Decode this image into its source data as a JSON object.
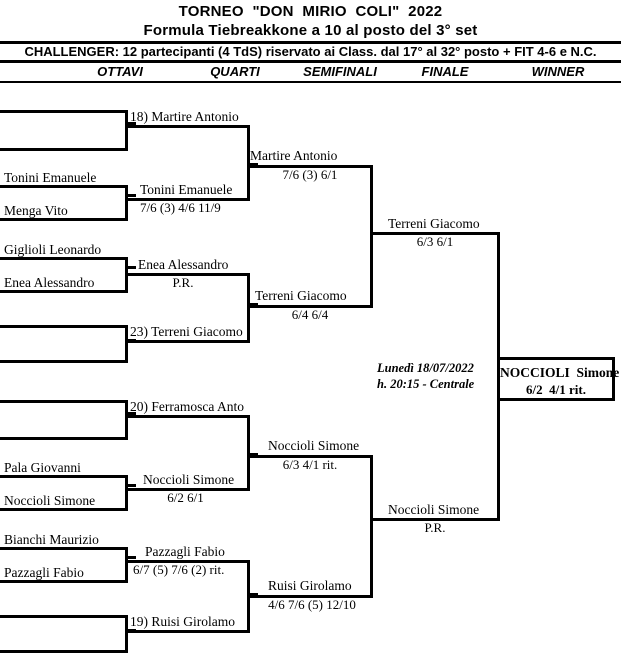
{
  "header": {
    "title_line1": "TORNEO  \"DON  MIRIO  COLI\"  2022",
    "title_line2": "Formula Tiebreakkone a 10 al posto del 3° set",
    "challenger": "CHALLENGER: 12 partecipanti (4 TdS) riservato ai Class. dal 17° al 32° posto + FIT 4-6 e N.C."
  },
  "round_labels": [
    {
      "label": "OTTAVI"
    },
    {
      "label": "QUARTI"
    },
    {
      "label": "SEMIFINALI"
    },
    {
      "label": "FINALE"
    },
    {
      "label": "WINNER"
    }
  ],
  "round1": {
    "slots": [
      {
        "name": ""
      },
      {
        "name": ""
      },
      {
        "name": "Tonini Emanuele"
      },
      {
        "name": "Menga Vito"
      },
      {
        "name": "Giglioli Leonardo"
      },
      {
        "name": "Enea Alessandro"
      },
      {
        "name": ""
      },
      {
        "name": ""
      },
      {
        "name": ""
      },
      {
        "name": ""
      },
      {
        "name": "Pala Giovanni"
      },
      {
        "name": "Noccioli Simone"
      },
      {
        "name": "Bianchi Maurizio"
      },
      {
        "name": "Pazzagli Fabio"
      },
      {
        "name": ""
      },
      {
        "name": ""
      }
    ]
  },
  "round2": {
    "matches": [
      {
        "winner": "18) Martire Antonio",
        "score": ""
      },
      {
        "winner": "Tonini Emanuele",
        "score": "7/6 (3)  4/6  11/9"
      },
      {
        "winner": "Enea Alessandro",
        "score": "P.R."
      },
      {
        "winner": "23) Terreni Giacomo",
        "score": ""
      },
      {
        "winner": "20) Ferramosca Anto",
        "score": ""
      },
      {
        "winner": "Noccioli Simone",
        "score": "6/2  6/1"
      },
      {
        "winner": "Pazzagli Fabio",
        "score": "6/7 (5)  7/6 (2)  rit."
      },
      {
        "winner": "19) Ruisi Girolamo",
        "score": ""
      }
    ]
  },
  "round3": {
    "matches": [
      {
        "winner": "Martire Antonio",
        "score": "7/6 (3)  6/1"
      },
      {
        "winner": "Terreni Giacomo",
        "score": "6/4  6/4"
      },
      {
        "winner": "Noccioli Simone",
        "score": "6/3  4/1 rit."
      },
      {
        "winner": "Ruisi Girolamo",
        "score": "4/6  7/6 (5)  12/10"
      }
    ]
  },
  "round4": {
    "matches": [
      {
        "winner": "Terreni Giacomo",
        "score": "6/3  6/1"
      },
      {
        "winner": "Noccioli Simone",
        "score": "P.R."
      }
    ]
  },
  "final": {
    "date_line": "Lunedì 18/07/2022",
    "time_line": "h. 20:15 - Centrale",
    "winner_name": "NOCCIOLI  Simone",
    "winner_score": "6/2  4/1 rit."
  }
}
